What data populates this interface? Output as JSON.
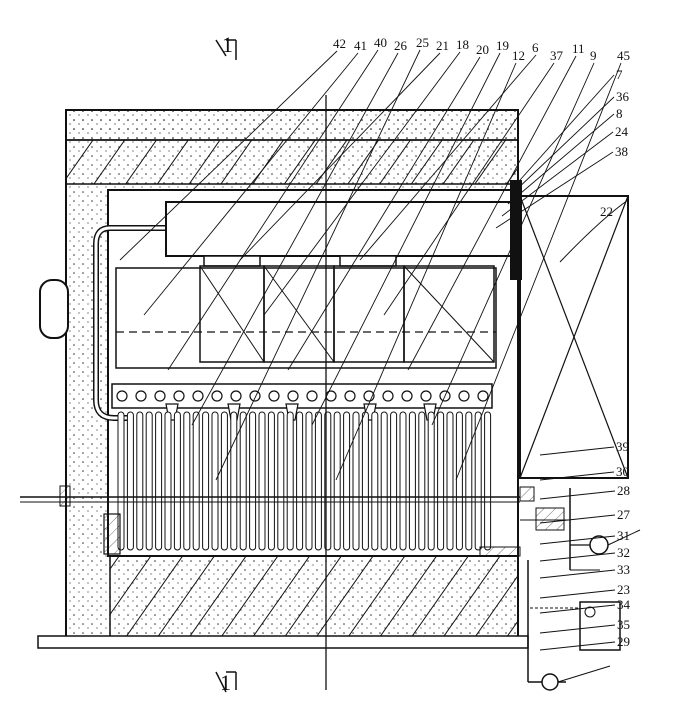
{
  "drawing": {
    "section_marker_top": "1",
    "section_marker_bottom": "1",
    "stroke_color": "#111111",
    "background_color": "#ffffff",
    "labels": {
      "top_row": [
        "42",
        "41",
        "40",
        "26",
        "25",
        "21",
        "18",
        "20",
        "19",
        "12",
        "6",
        "37",
        "11",
        "9",
        "45"
      ],
      "right_column": [
        "7",
        "36",
        "8",
        "24",
        "38",
        "22",
        "39",
        "30",
        "28",
        "27",
        "31",
        "32",
        "33",
        "23",
        "34",
        "35",
        "29"
      ]
    }
  }
}
